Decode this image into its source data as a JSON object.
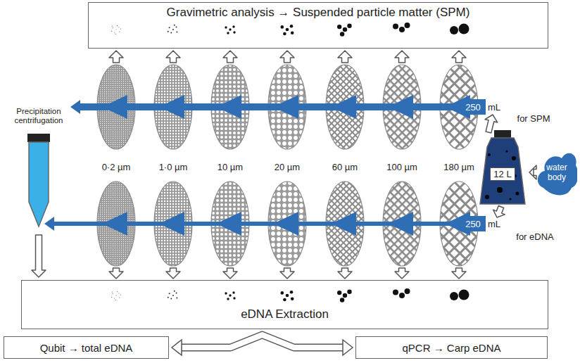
{
  "diagram": {
    "nodes": [
      {
        "text": [
          "Gravimetric analysis → Suspended particle matter (SPM)"
        ]
      },
      {
        "text": [
          "12 L"
        ]
      },
      {
        "text": [
          "water body"
        ]
      },
      {
        "text": [
          "Precipitation centrifugation"
        ]
      },
      {
        "text": [
          "eDNA Extraction"
        ]
      },
      {
        "text": [
          "Qubit → total eDNA"
        ]
      },
      {
        "text": [
          "qPCR → Carp eDNA"
        ]
      }
    ],
    "edges": [
      {
        "from": 2,
        "to": 1,
        "arrow": "to"
      },
      {
        "from": 3,
        "to": 4,
        "arrow": "to"
      },
      {
        "from": 5,
        "to": 6,
        "arrow": "both"
      }
    ],
    "labels": [
      "250",
      "mL",
      "for SPM",
      "0·2 µm",
      "1·0 µm",
      "10 µm",
      "20 µm",
      "60 µm",
      "100 µm",
      "180 µm",
      "250",
      "mL",
      "for eDNA"
    ]
  }
}
